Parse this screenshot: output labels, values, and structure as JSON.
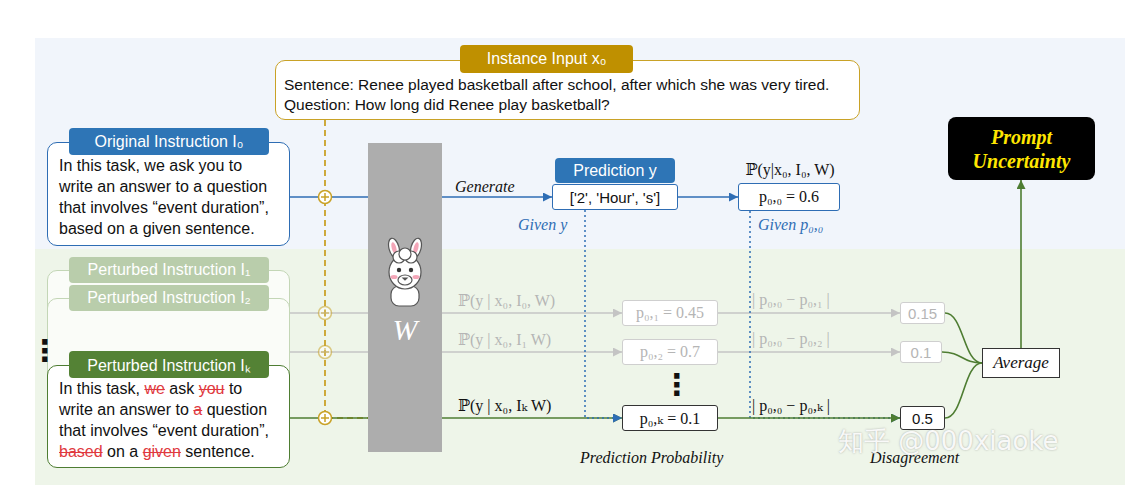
{
  "diagram": {
    "nodes": [
      {
        "text": [
          "Instance Input x₀",
          "Sentence: Renee played basketball after school, after which she was very tired. Question: How long did Renee play basketball?"
        ]
      },
      {
        "text": [
          "Original Instruction I₀",
          "In this task, we ask you to write an answer to a question that involves “event duration”, based on a given sentence."
        ]
      },
      {
        "text": [
          "W"
        ]
      },
      {
        "text": [
          "Prediction y",
          "['2', 'Hour', 's']"
        ]
      },
      {
        "text": [
          "ℙ(y|x₀, I₀, W)",
          "p₀,₀ = 0.6"
        ]
      },
      {
        "text": [
          "Perturbed Instruction I₁"
        ]
      },
      {
        "text": [
          "Perturbed Instruction I₂"
        ]
      },
      {
        "text": [
          "Perturbed Instruction Iₖ",
          "In this task, we ask you to write an answer to a question that involves “event duration”, based on a given sentence."
        ]
      },
      {
        "text": [
          "p₀,₁ = 0.45"
        ]
      },
      {
        "text": [
          "p₀,₂ = 0.7"
        ]
      },
      {
        "text": [
          "p₀,ₖ = 0.1"
        ]
      },
      {
        "text": [
          "0.15"
        ]
      },
      {
        "text": [
          "0.1"
        ]
      },
      {
        "text": [
          "0.5"
        ]
      },
      {
        "text": [
          "Average"
        ]
      },
      {
        "text": [
          "Prompt Uncertainty"
        ]
      }
    ],
    "edges": [
      {
        "from": 0,
        "to": 2,
        "arrow": "none"
      },
      {
        "from": 1,
        "to": 2,
        "arrow": "none"
      },
      {
        "from": 5,
        "to": 2,
        "arrow": "none"
      },
      {
        "from": 6,
        "to": 2,
        "arrow": "none"
      },
      {
        "from": 7,
        "to": 2,
        "arrow": "none"
      },
      {
        "from": 2,
        "to": 3,
        "label": "Generate",
        "arrow": "to"
      },
      {
        "from": 3,
        "to": 4,
        "arrow": "to"
      },
      {
        "from": 2,
        "to": 8,
        "label": "ℙ(y | x₀, I₀, W)",
        "arrow": "to"
      },
      {
        "from": 2,
        "to": 9,
        "label": "ℙ(y | x₀, I₁ W)",
        "arrow": "to"
      },
      {
        "from": 2,
        "to": 10,
        "label": "ℙ(y | x₀, Iₖ W)",
        "arrow": "to"
      },
      {
        "from": 3,
        "to": 10,
        "label": "Given y",
        "arrow": "to"
      },
      {
        "from": 8,
        "to": 11,
        "label": "| p₀,₀ − p₀,₁ |",
        "arrow": "to"
      },
      {
        "from": 9,
        "to": 12,
        "label": "| p₀,₀ − p₀,₂ |",
        "arrow": "to"
      },
      {
        "from": 4,
        "to": 13,
        "label": "Given p₀,₀",
        "arrow": "to"
      },
      {
        "from": 10,
        "to": 13,
        "label": "| p₀,₀ − p₀,ₖ |",
        "arrow": "to"
      },
      {
        "from": 11,
        "to": 14,
        "arrow": "none"
      },
      {
        "from": 12,
        "to": 14,
        "arrow": "none"
      },
      {
        "from": 13,
        "to": 14,
        "arrow": "none"
      },
      {
        "from": 14,
        "to": 15,
        "arrow": "to"
      }
    ],
    "labels": [
      "⋮",
      "⋮",
      "Prediction Probability",
      "Disagreement",
      "知乎 @000xiaoke"
    ]
  }
}
